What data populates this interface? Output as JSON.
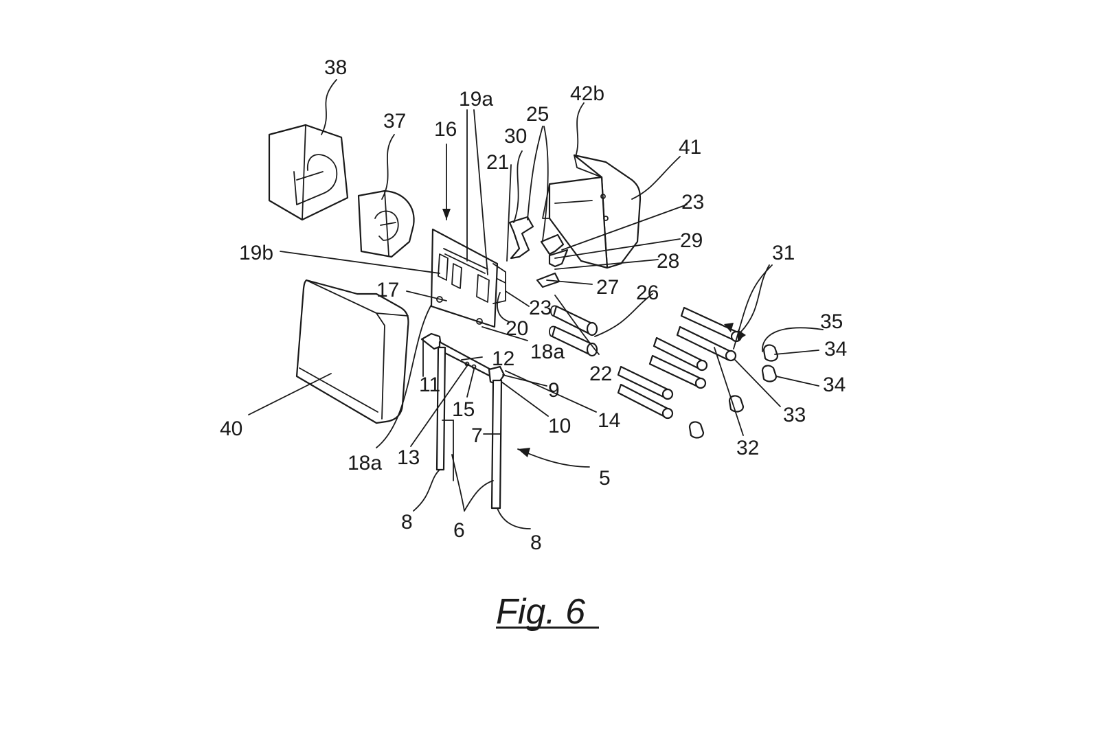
{
  "figure": {
    "caption": "Fig. 6",
    "reference_numerals": {
      "n38": "38",
      "n37": "37",
      "n16": "16",
      "n19a": "19a",
      "n30": "30",
      "n25": "25",
      "n21": "21",
      "n42b": "42b",
      "n41": "41",
      "n23a": "23",
      "n29": "29",
      "n19b": "19b",
      "n28": "28",
      "n17": "17",
      "n27": "27",
      "n26": "26",
      "n23b": "23",
      "n20": "20",
      "n31": "31",
      "n35": "35",
      "n18a_r": "18a",
      "n12": "12",
      "n34a": "34",
      "n34b": "34",
      "n11": "11",
      "n9": "9",
      "n22": "22",
      "n14": "14",
      "n33": "33",
      "n15": "15",
      "n10": "10",
      "n40": "40",
      "n7": "7",
      "n32": "32",
      "n18a_l": "18a",
      "n13": "13",
      "n5": "5",
      "n8a": "8",
      "n6": "6",
      "n8b": "8"
    }
  }
}
